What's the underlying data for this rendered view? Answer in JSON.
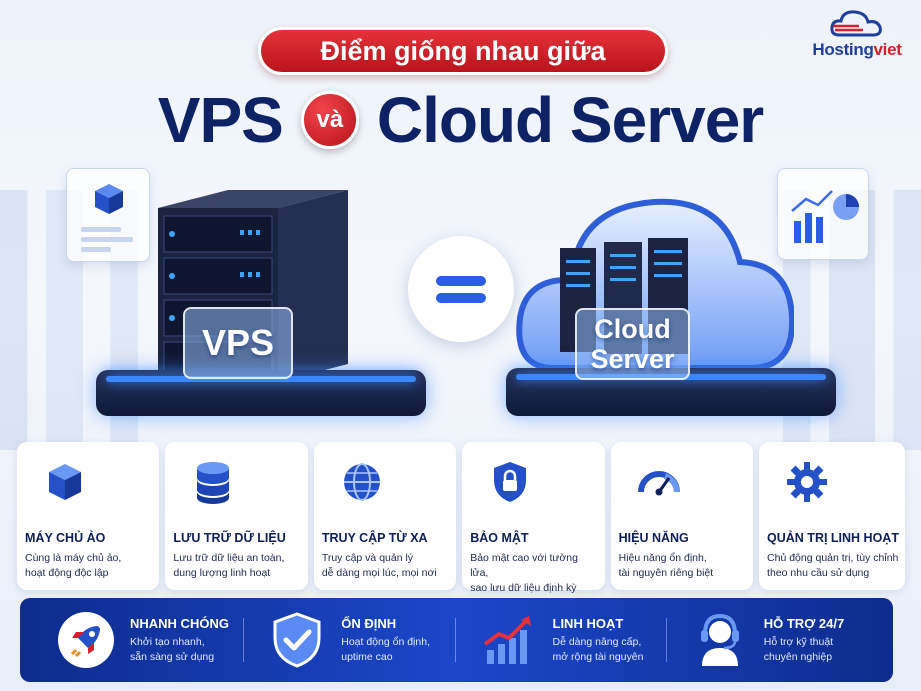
{
  "logo": {
    "part1": "Hosting",
    "part2": "viet"
  },
  "title": {
    "banner": "Điểm giống nhau giữa",
    "left": "VPS",
    "connector": "và",
    "right": "Cloud Server"
  },
  "scene": {
    "vps_label": "VPS",
    "cloud_label_line1": "Cloud",
    "cloud_label_line2": "Server"
  },
  "cards": [
    {
      "icon": "cube-icon",
      "title": "MÁY CHỦ ẢO",
      "desc1": "Cùng là máy chủ ảo,",
      "desc2": "hoạt động độc lập"
    },
    {
      "icon": "database-icon",
      "title": "LƯU TRỮ DỮ LIỆU",
      "desc1": "Lưu trữ dữ liệu an toàn,",
      "desc2": "dung lượng linh hoạt"
    },
    {
      "icon": "globe-icon",
      "title": "TRUY CẬP TỪ XA",
      "desc1": "Truy cập và quản lý",
      "desc2": "dễ dàng mọi lúc, mọi nơi"
    },
    {
      "icon": "shield-lock-icon",
      "title": "BẢO MẬT",
      "desc1": "Bảo mật cao với tường lửa,",
      "desc2": "sao lưu dữ liệu định kỳ"
    },
    {
      "icon": "gauge-icon",
      "title": "HIỆU NĂNG",
      "desc1": "Hiệu năng ổn định,",
      "desc2": "tài nguyên riêng biệt"
    },
    {
      "icon": "gear-icon",
      "title": "QUẢN TRỊ LINH HOẠT",
      "desc1": "Chủ động quản trị, tùy chỉnh",
      "desc2": "theo nhu cầu sử dụng"
    }
  ],
  "features": [
    {
      "icon": "rocket-icon",
      "title": "NHANH CHÓNG",
      "desc1": "Khởi tạo nhanh,",
      "desc2": "sẵn sàng sử dụng"
    },
    {
      "icon": "check-shield-icon",
      "title": "ỔN ĐỊNH",
      "desc1": "Hoạt động ổn định,",
      "desc2": "uptime cao"
    },
    {
      "icon": "growth-chart-icon",
      "title": "LINH HOẠT",
      "desc1": "Dễ dàng nâng cấp,",
      "desc2": "mở rộng tài nguyên"
    },
    {
      "icon": "headset-icon",
      "title": "HỖ TRỢ 24/7",
      "desc1": "Hỗ trợ kỹ thuật",
      "desc2": "chuyên nghiệp"
    }
  ],
  "colors": {
    "navy": "#0d2366",
    "red": "#d8202a",
    "blue": "#2a5ee8",
    "bar": "#1b47c9"
  }
}
